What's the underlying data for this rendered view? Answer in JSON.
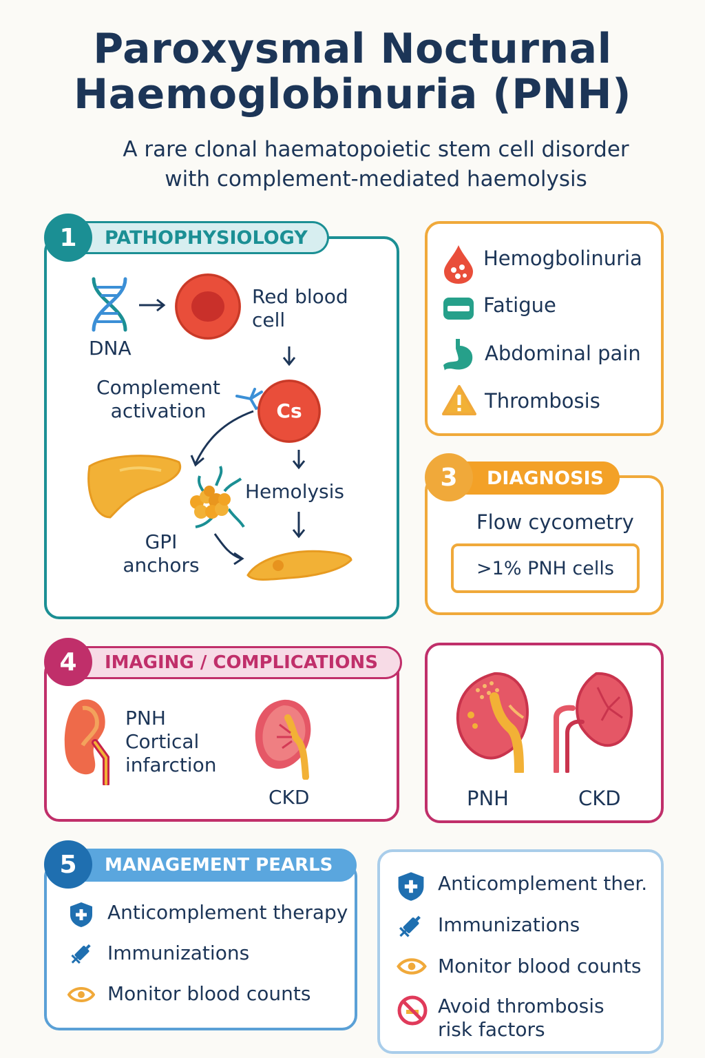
{
  "header": {
    "title_line1": "Paroxysmal Nocturnal",
    "title_line2": "Haemoglobinuria (PNH)",
    "subtitle_line1": "A rare clonal haematopoietic stem cell disorder",
    "subtitle_line2": "with complement-mediated haemolysis"
  },
  "pathophysiology": {
    "number": "1",
    "heading": "PATHOPHYSIOLOGY",
    "dna": "DNA",
    "rbc_line1": "Red blood",
    "rbc_line2": "cell",
    "complement_line1": "Complement",
    "complement_line2": "activation",
    "cs": "Cs",
    "hemolysis": "Hemolysis",
    "gpi_line1": "GPI",
    "gpi_line2": "anchors"
  },
  "symptoms": {
    "items": [
      {
        "label": "Hemogbolinuria",
        "icon": "blood-drop-icon"
      },
      {
        "label": "Fatigue",
        "icon": "battery-low-icon"
      },
      {
        "label": "Abdominal pain",
        "icon": "stomach-icon"
      },
      {
        "label": "Thrombosis",
        "icon": "warning-icon"
      }
    ]
  },
  "diagnosis": {
    "number": "3",
    "heading": "DIAGNOSIS",
    "method": "Flow cycometry",
    "threshold": ">1% PNH cells"
  },
  "imaging": {
    "number": "4",
    "heading": "IMAGING / COMPLICATIONS",
    "pnh_line1": "PNH",
    "pnh_line2": "Cortical",
    "pnh_line3": "infarction",
    "ckd": "CKD"
  },
  "kidney_compare": {
    "left": "PNH",
    "right": "CKD"
  },
  "management": {
    "number": "5",
    "heading": "MANAGEMENT PEARLS",
    "items": [
      {
        "label": "Anticomplement therapy",
        "icon": "shield-plus-icon"
      },
      {
        "label": "Immunizations",
        "icon": "syringe-icon"
      },
      {
        "label": "Monitor blood counts",
        "icon": "eye-icon"
      }
    ]
  },
  "management_extra": {
    "items": [
      {
        "label": "Anticomplement ther.",
        "icon": "shield-plus-icon"
      },
      {
        "label": "Immunizations",
        "icon": "syringe-icon"
      },
      {
        "label": "Monitor blood counts",
        "icon": "eye-icon"
      }
    ],
    "avoid_line1": "Avoid thrombosis",
    "avoid_line2": "risk factors"
  },
  "colors": {
    "teal": "#1b8f94",
    "orange": "#f0a93a",
    "magenta": "#c02f6a",
    "blue": "#1f6fb0",
    "navy": "#1c3557"
  }
}
